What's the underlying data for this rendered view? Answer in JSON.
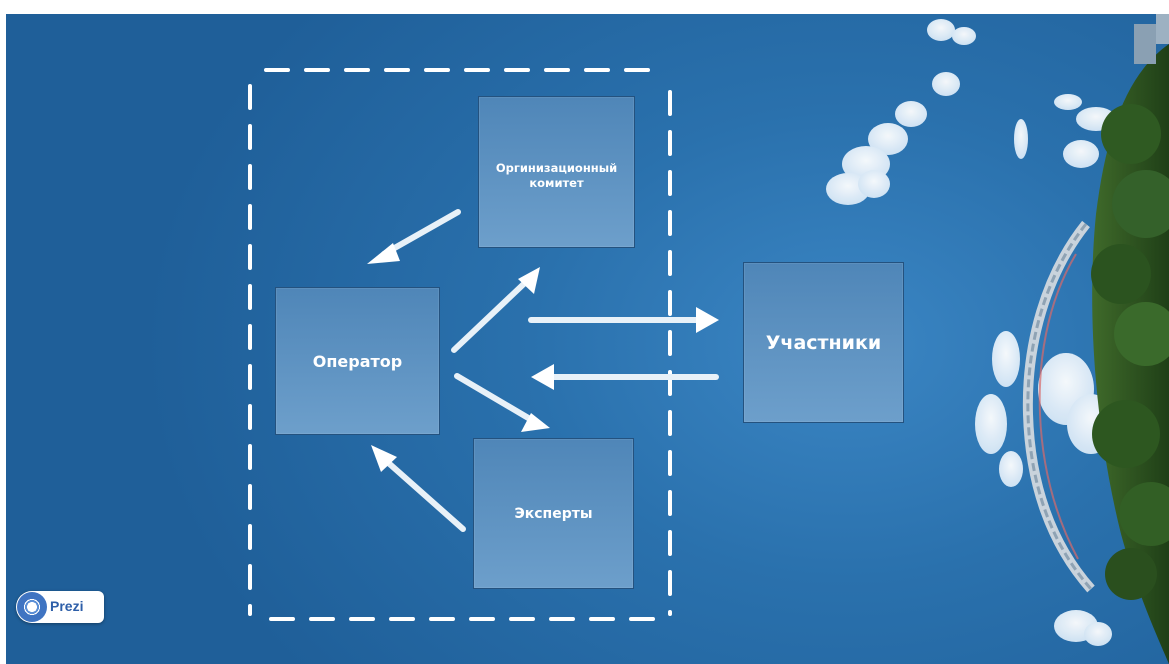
{
  "diagram": {
    "nodes": {
      "org_committee": "Оргинизационный комитет",
      "operator": "Оператор",
      "experts": "Эксперты",
      "participants": "Участники"
    },
    "edges": [
      {
        "from": "org_committee",
        "to": "operator"
      },
      {
        "from": "operator",
        "to": "org_committee"
      },
      {
        "from": "operator",
        "to": "experts"
      },
      {
        "from": "experts",
        "to": "operator"
      },
      {
        "from": "operator",
        "to": "participants"
      },
      {
        "from": "participants",
        "to": "operator"
      }
    ],
    "group": "dashed-boundary"
  },
  "branding": {
    "logo_text": "Prezi"
  },
  "colors": {
    "background": "#2a71ad",
    "box_fill": "#5e93c2",
    "box_border": "#24527f",
    "arrows": "#ffffff"
  },
  "icons": [
    "prezi-logo-icon",
    "clouds",
    "tree-planet"
  ]
}
